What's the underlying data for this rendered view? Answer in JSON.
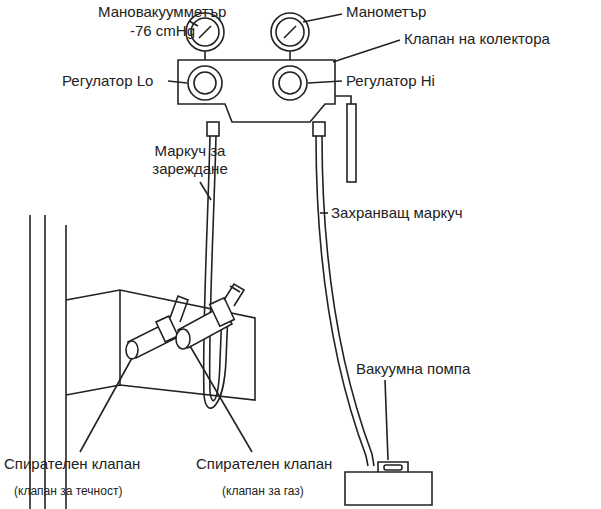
{
  "diagram": {
    "labels": [
      "Мановакуумметър",
      "-76 cmHg",
      "Манометър",
      "Клапан на колектора",
      "Регулатор Lo",
      "Регулатор Hi",
      "Маркуч за зареждане",
      "Захранващ маркуч",
      "Вакуумна помпа",
      "Спирателен клапан",
      "(клапан за течност)",
      "Спирателен клапан",
      "(клапан за газ)"
    ]
  }
}
